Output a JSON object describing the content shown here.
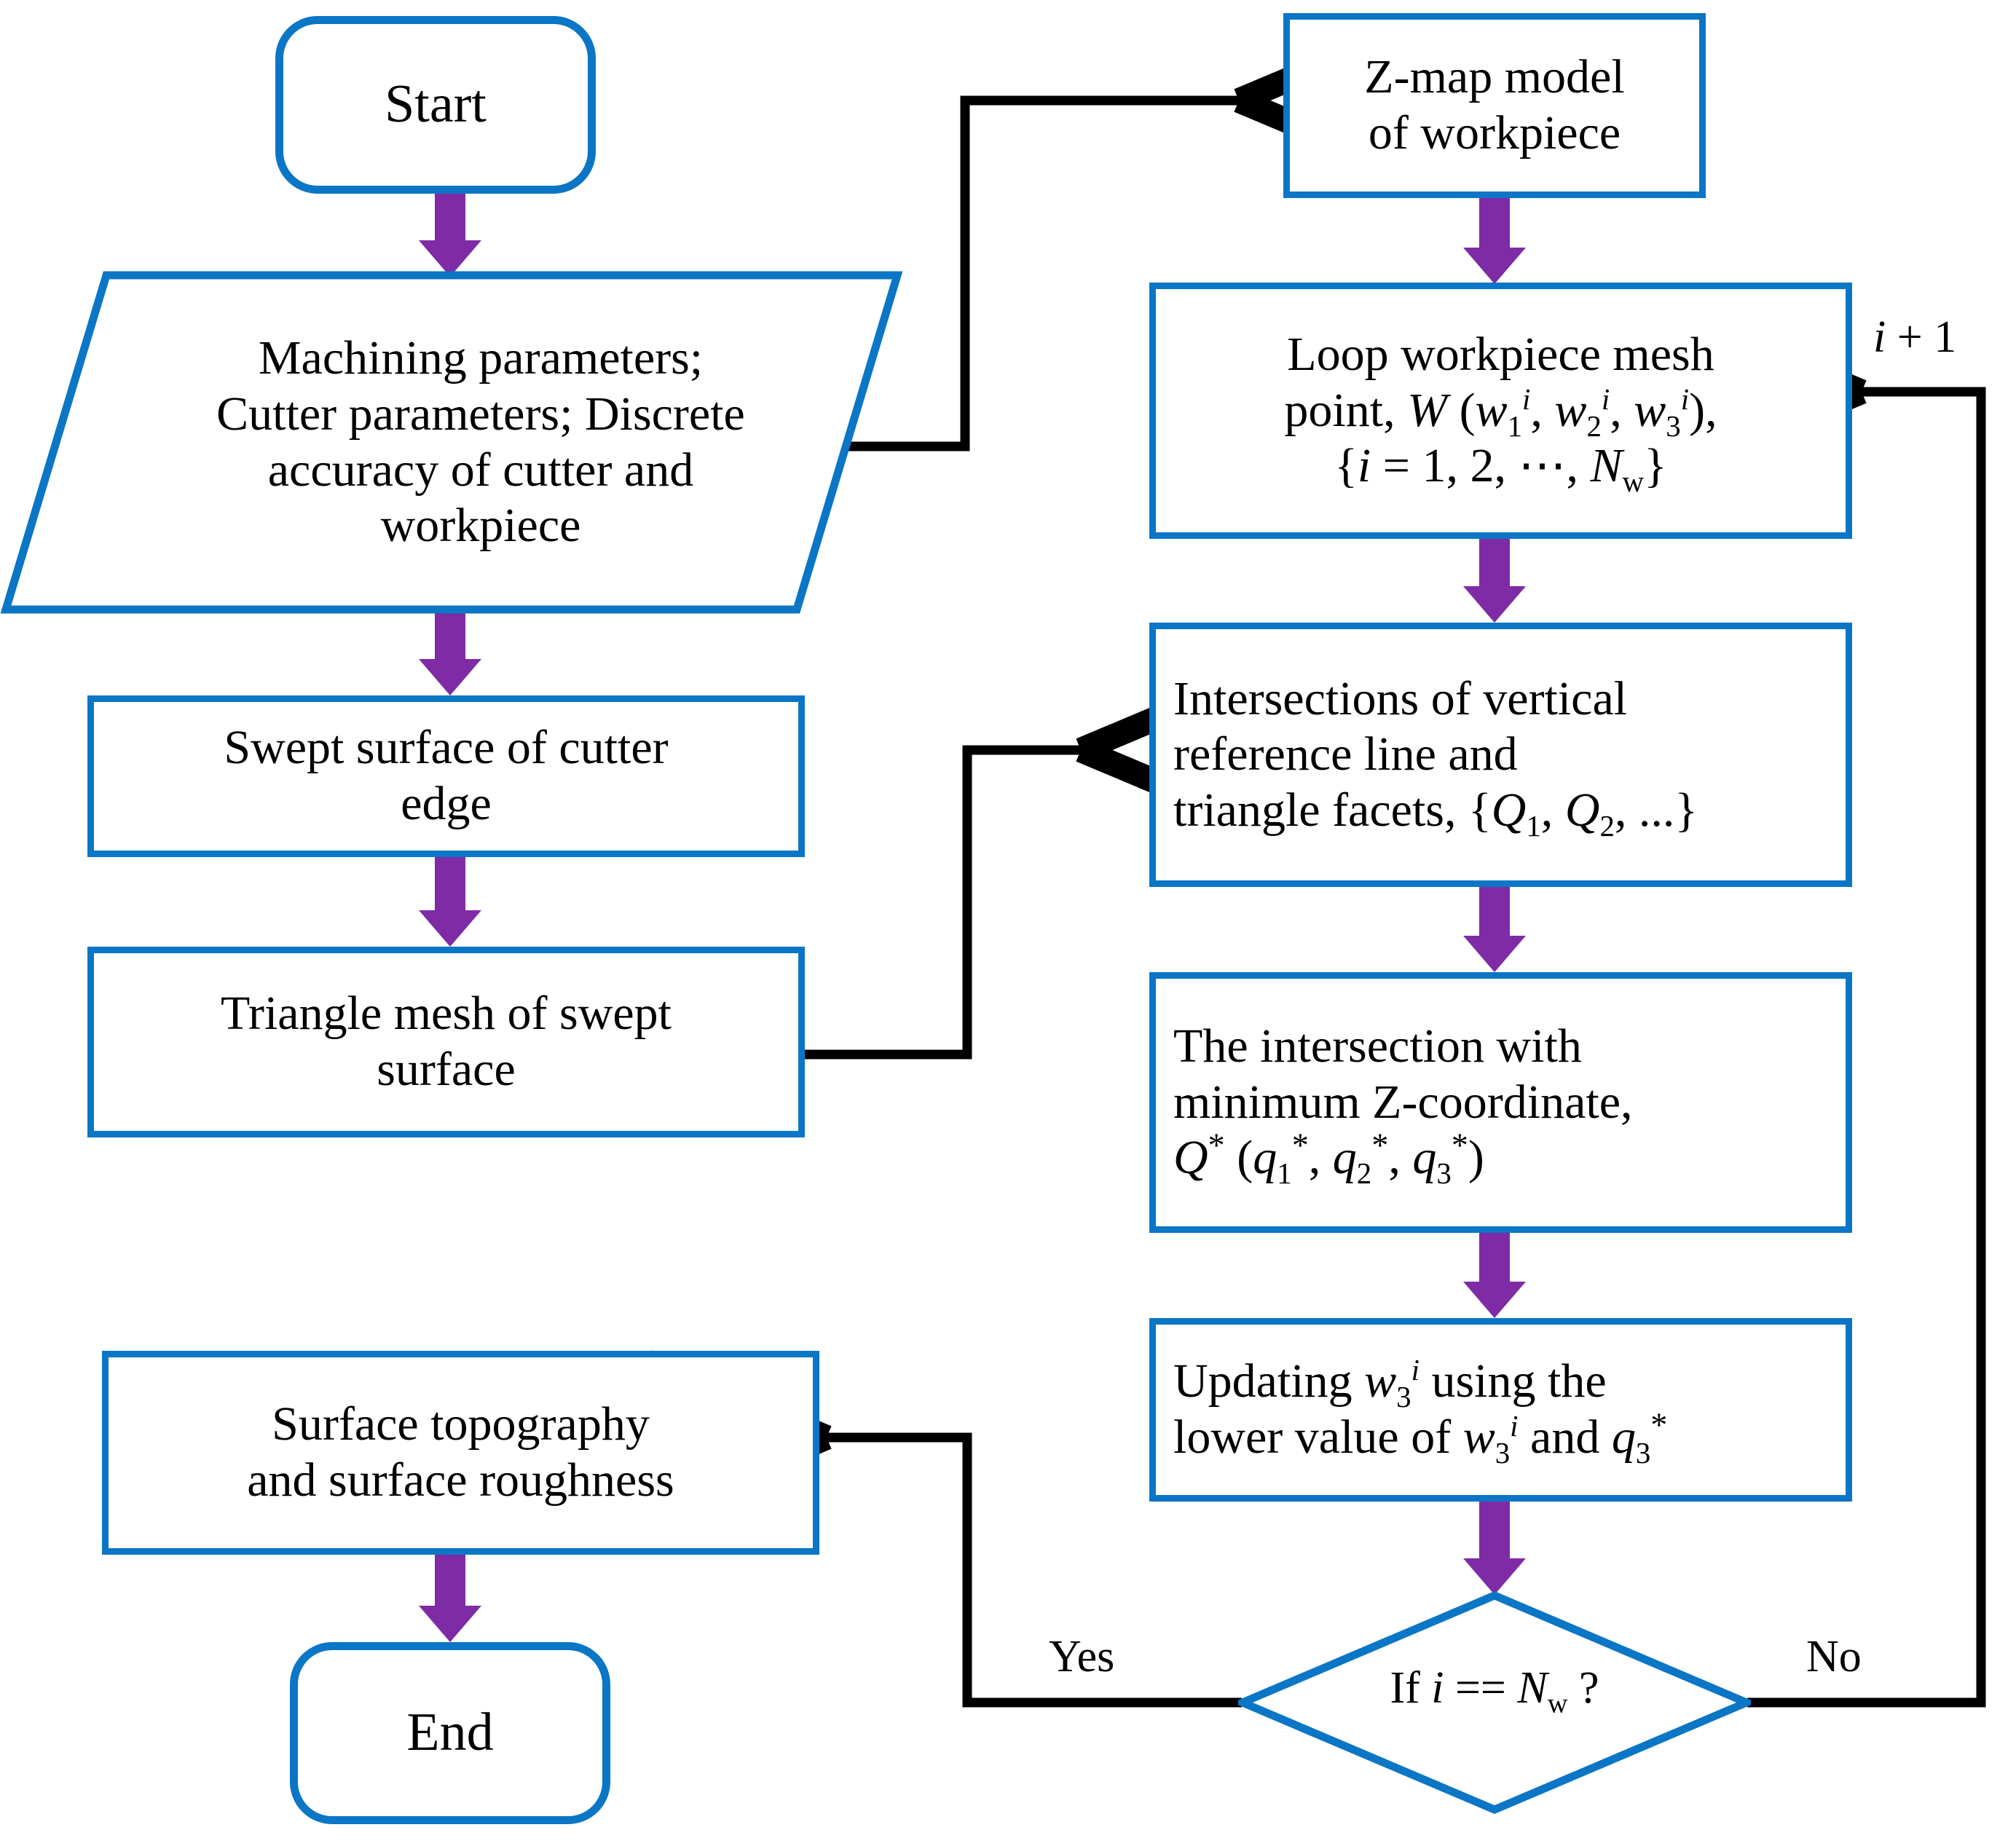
{
  "diagram": {
    "title": "Surface topography simulation flowchart",
    "colors": {
      "node_border": "#0B76C6",
      "flow_arrow": "#7E2BA5",
      "connector": "#000000",
      "background": "#FFFFFF"
    }
  },
  "nodes": {
    "start": {
      "label": "Start",
      "shape": "terminator"
    },
    "inputs": {
      "line1": "Machining parameters;",
      "line2": "Cutter  parameters; Discrete",
      "line3": "accuracy of cutter and",
      "line4": "workpiece",
      "shape": "parallelogram"
    },
    "swept_surface": {
      "line1": "Swept surface of cutter",
      "line2": "edge",
      "shape": "rectangle"
    },
    "triangle_mesh": {
      "line1": "Triangle mesh of swept",
      "line2": "surface",
      "shape": "rectangle"
    },
    "zmap": {
      "line1": "Z-map model",
      "line2": "of workpiece",
      "shape": "rectangle"
    },
    "loop": {
      "line1": "Loop workpiece mesh",
      "line2_pre": "point, ",
      "line2_W": "W",
      "line2_open": " (",
      "line2_w1": "w",
      "line2_w1_sub": "1",
      "line2_w1_sup": "i",
      "line2_sep1": ", ",
      "line2_w2": "w",
      "line2_w2_sub": "2",
      "line2_w2_sup": "i",
      "line2_sep2": ", ",
      "line2_w3": "w",
      "line2_w3_sub": "3",
      "line2_w3_sup": "i",
      "line2_close": "),",
      "line3_open": "{",
      "line3_i": "i",
      "line3_mid": " = 1, 2, ⋯, ",
      "line3_N": "N",
      "line3_N_sub": "w",
      "line3_close": "}",
      "shape": "rectangle"
    },
    "intersections": {
      "line1": "Intersections of vertical",
      "line2": "reference line and",
      "line3_pre": "triangle facets, {",
      "line3_Q1": "Q",
      "line3_Q1_sub": "1",
      "line3_sep": ", ",
      "line3_Q2": "Q",
      "line3_Q2_sub": "2",
      "line3_end": ", ...}",
      "shape": "rectangle"
    },
    "min_z": {
      "line1": "The intersection  with",
      "line2": "minimum Z-coordinate,",
      "line3_Q": "Q",
      "line3_Q_sup": "*",
      "line3_open": " (",
      "line3_q1": "q",
      "line3_q1_sub": "1",
      "line3_q1_sup": "*",
      "line3_sep1": ", ",
      "line3_q2": "q",
      "line3_q2_sub": "2",
      "line3_q2_sup": "*",
      "line3_sep2": ", ",
      "line3_q3": "q",
      "line3_q3_sub": "3",
      "line3_q3_sup": "*",
      "line3_close": ")",
      "shape": "rectangle"
    },
    "updating": {
      "line1_pre": "Updating ",
      "line1_w": "w",
      "line1_w_sub": "3",
      "line1_w_sup": "i",
      "line1_post": " using the",
      "line2_pre": "lower value of ",
      "line2_w": "w",
      "line2_w_sub": "3",
      "line2_w_sup": "i",
      "line2_mid": " and ",
      "line2_q": "q",
      "line2_q_sub": "3",
      "line2_q_sup": "*",
      "shape": "rectangle"
    },
    "decision": {
      "pre": "If ",
      "i": "i",
      "mid": " == ",
      "N": "N",
      "N_sub": "w",
      "post": " ?",
      "shape": "diamond"
    },
    "topography": {
      "line1": "Surface topography",
      "line2": "and surface roughness",
      "shape": "rectangle"
    },
    "end": {
      "label": "End",
      "shape": "terminator"
    }
  },
  "edge_labels": {
    "yes": "Yes",
    "no": "No",
    "increment_i": "i",
    "increment_plus": " + 1"
  }
}
